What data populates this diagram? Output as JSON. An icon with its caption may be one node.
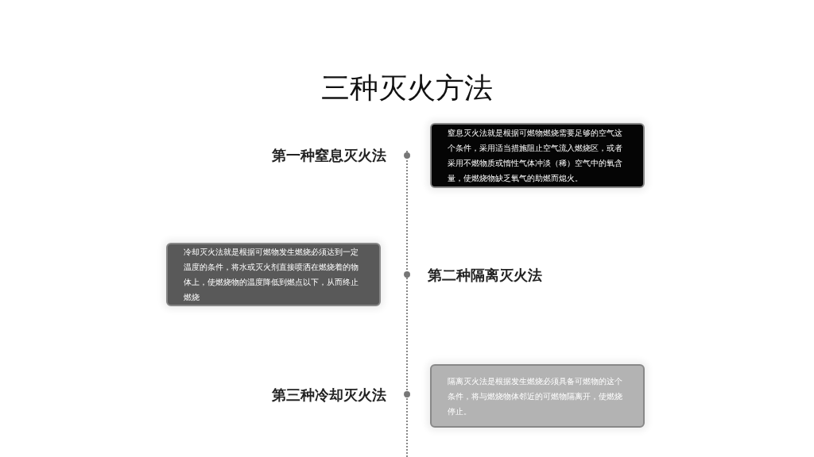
{
  "diagram": {
    "title": "三种灭火方法",
    "nodes": [
      {
        "text": [
          "窒息灭火法就是根据可燃物燃烧需要足够的空气这个条件，采用适当措施阻止空气流入燃烧区，或者采用不燃物质或惰性气体冲淡（稀）空气中的氧含量，使燃烧物缺乏氧气的助燃而熄火。"
        ]
      },
      {
        "text": [
          "冷却灭火法就是根据可燃物发生燃烧必须达到一定温度的条件，将水或灭火剂直接喷洒在燃烧着的物体上，使燃烧物的温度降低到燃点以下，从而终止燃烧"
        ]
      },
      {
        "text": [
          "隔离灭火法是根据发生燃烧必须具备可燃物的这个条件，将与燃烧物体邻近的可燃物隔离开，使燃烧停止。"
        ]
      }
    ],
    "labels": [
      "第一种窒息灭火法",
      "第二种隔离灭火法",
      "第三种冷却灭火法"
    ]
  }
}
